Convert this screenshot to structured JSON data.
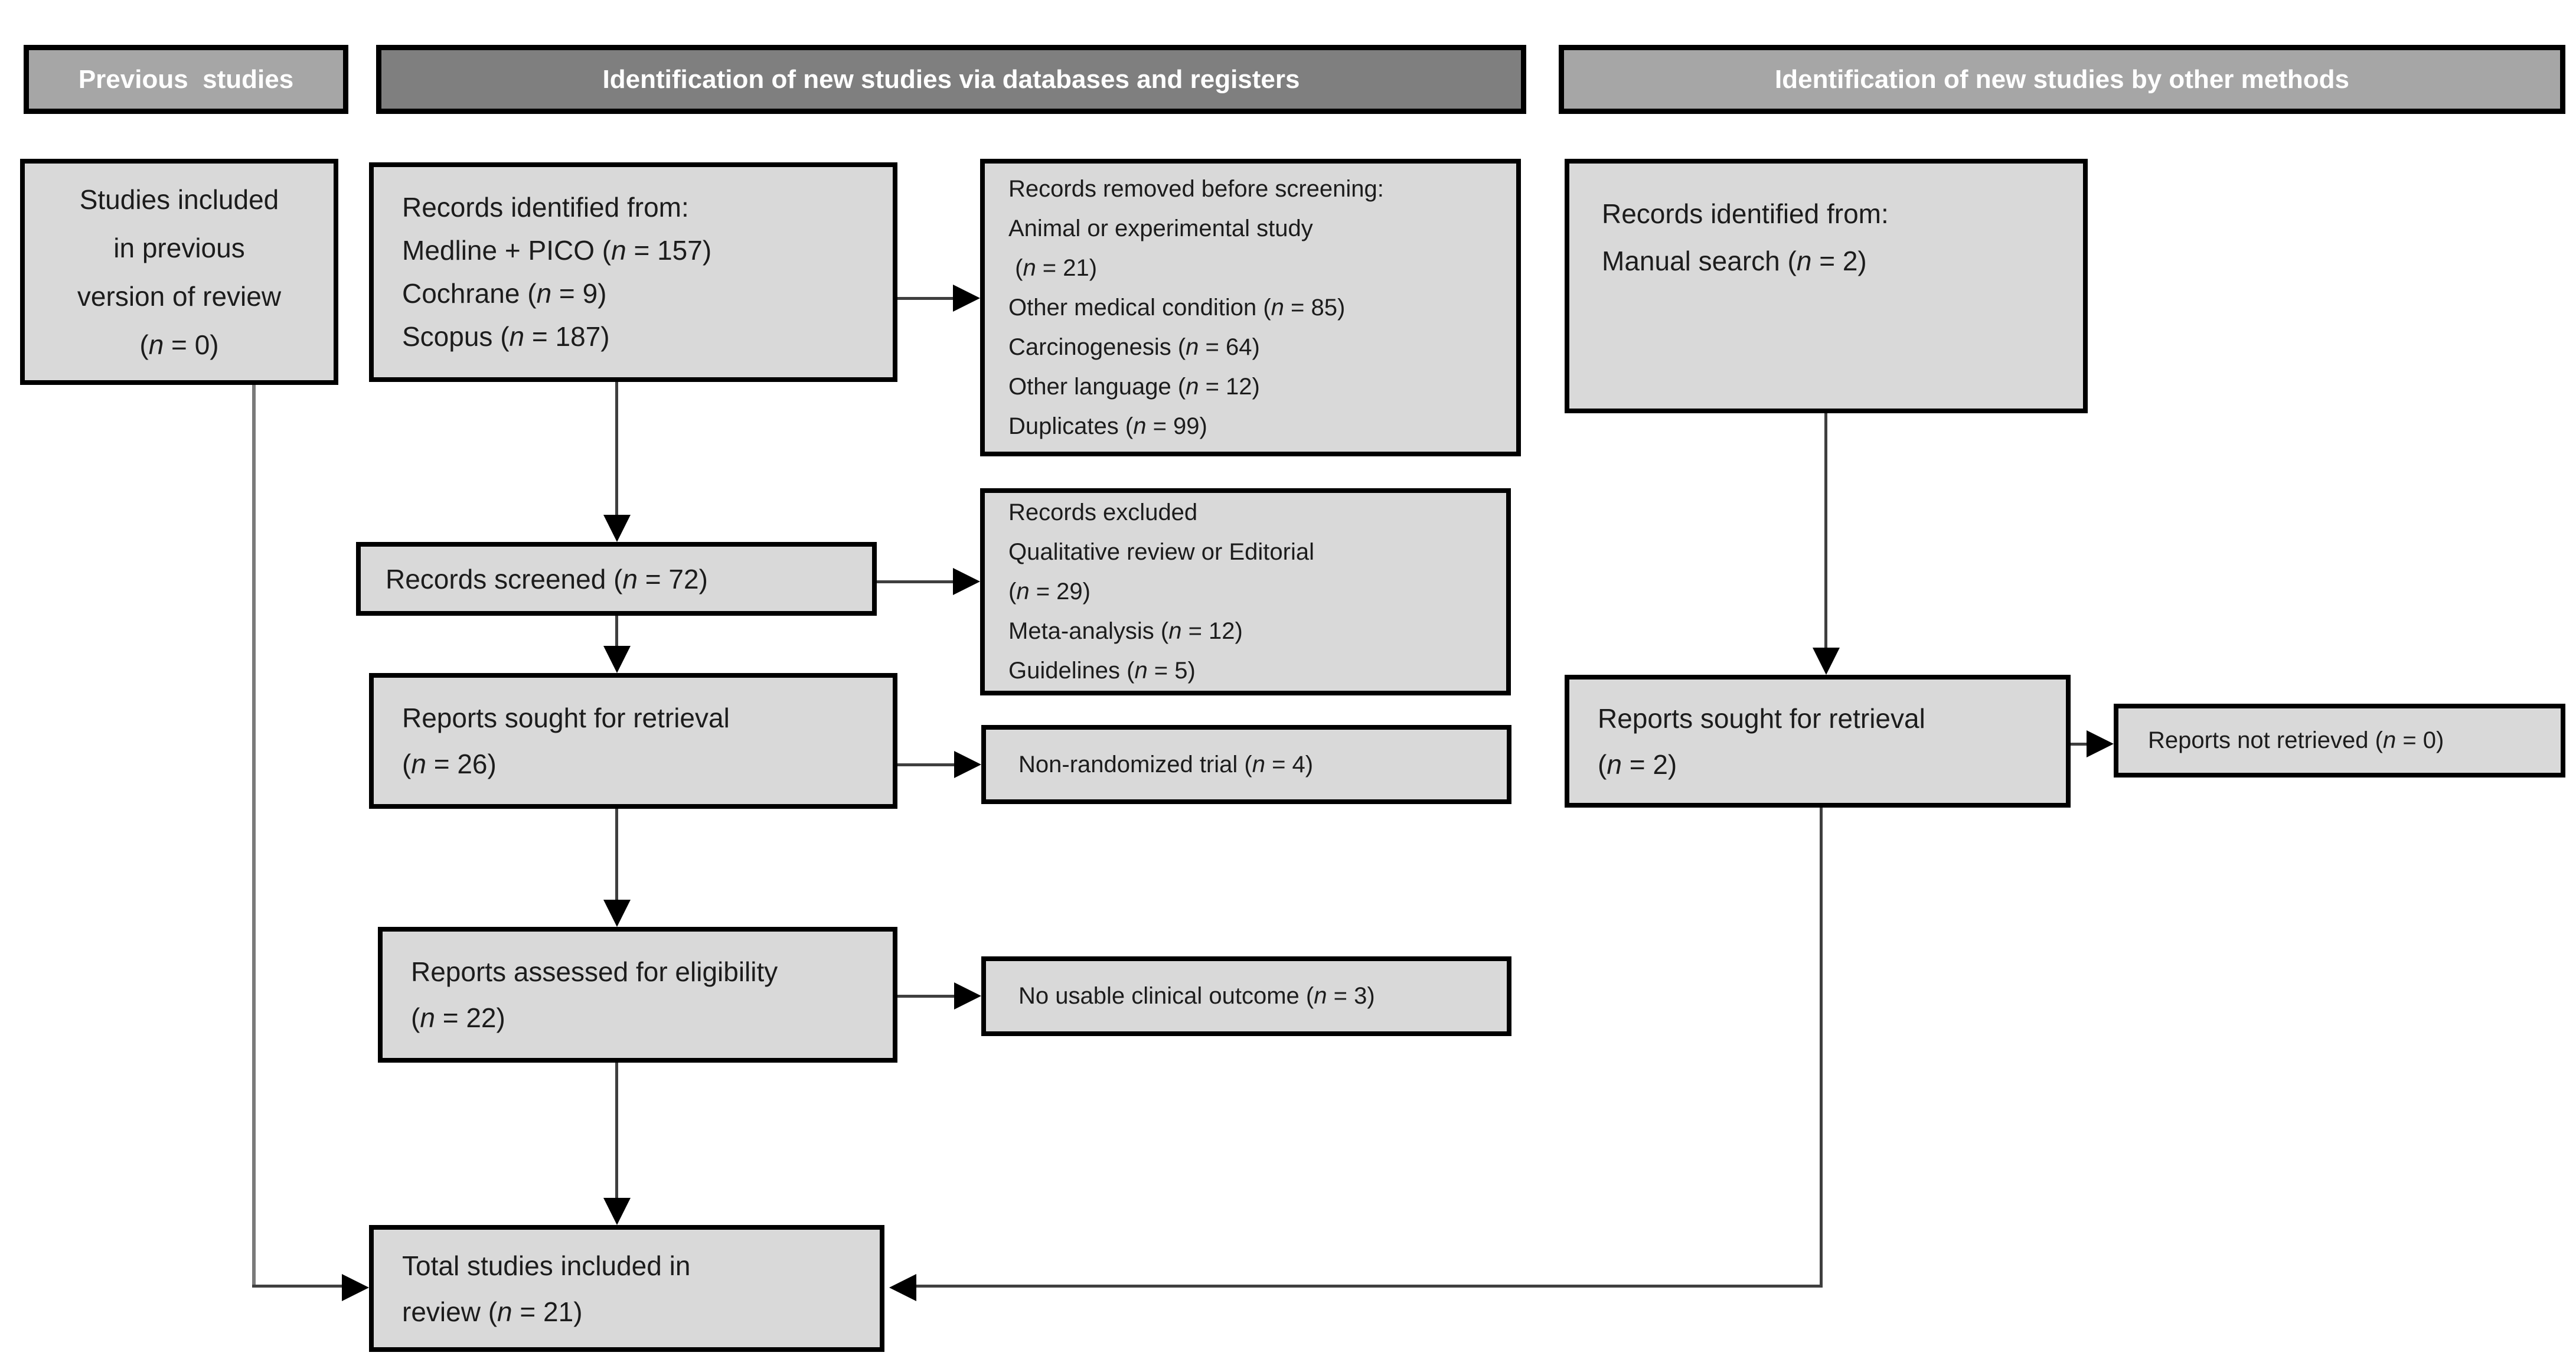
{
  "headers": {
    "previous": "Previous  studies",
    "databases": "Identification of new studies via databases and registers",
    "other_methods": "Identification of new studies by other methods"
  },
  "boxes": {
    "previous_included": {
      "lines": [
        "Studies included",
        "in previous",
        "version of review",
        "(n = 0)"
      ]
    },
    "records_identified": {
      "lines": [
        "Records identified from:",
        "Medline + PICO (n = 157)",
        "Cochrane (n = 9)",
        "Scopus (n = 187)"
      ]
    },
    "records_removed": {
      "lines": [
        "Records removed before screening:",
        "Animal or experimental study",
        " (n = 21)",
        "Other medical condition (n = 85)",
        "Carcinogenesis (n = 64)",
        "Other language (n = 12)",
        "Duplicates (n = 99)"
      ]
    },
    "records_screened": {
      "lines": [
        "Records screened (n = 72)"
      ]
    },
    "records_excluded": {
      "lines": [
        "Records excluded",
        "Qualitative review or Editorial",
        "(n = 29)",
        "Meta-analysis (n = 12)",
        "Guidelines (n = 5)"
      ]
    },
    "reports_sought_databases": {
      "lines": [
        "Reports sought for retrieval",
        "(n = 26)"
      ]
    },
    "non_randomized": {
      "lines": [
        "Non-randomized trial (n = 4)"
      ]
    },
    "reports_assessed": {
      "lines": [
        "Reports assessed for eligibility",
        "(n = 22)"
      ]
    },
    "no_usable_outcome": {
      "lines": [
        "No usable clinical outcome (n = 3)"
      ]
    },
    "total_included": {
      "lines": [
        "Total studies included in",
        "review (n = 21)"
      ]
    },
    "records_manual": {
      "lines": [
        "Records identified from:",
        "Manual search (n = 2)"
      ]
    },
    "reports_sought_other": {
      "lines": [
        "Reports sought for retrieval",
        "(n = 2)"
      ]
    },
    "reports_not_retrieved": {
      "lines": [
        "Reports not retrieved (n = 0)"
      ]
    }
  },
  "colors": {
    "header_light": "#a6a6a6",
    "header_dark": "#7f7f7f",
    "box_fill": "#d9d9d9",
    "box_border": "#000000",
    "header_text": "#ffffff",
    "body_text": "#1c1c1c",
    "line": "#3f3f3f",
    "line_light": "#7a7a7a"
  }
}
